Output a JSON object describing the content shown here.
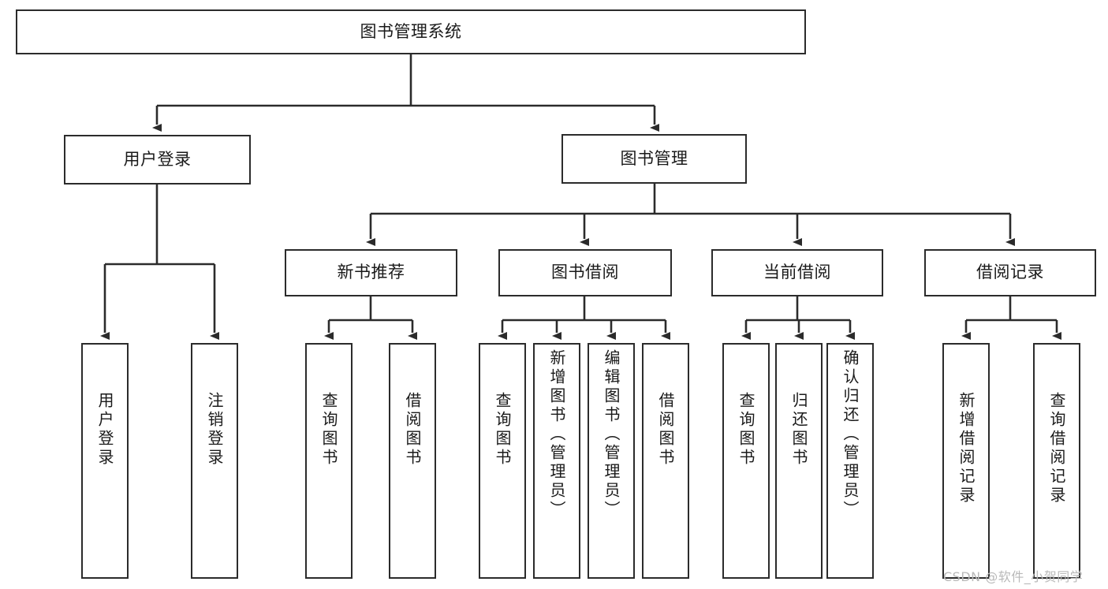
{
  "diagram": {
    "type": "tree",
    "title": "图书管理系统",
    "colors": {
      "background": "#ffffff",
      "box_border": "#2b2b2b",
      "box_fill": "#ffffff",
      "edge": "#2b2b2b",
      "text": "#1a1a1a",
      "watermark": "#b9b9b9"
    },
    "root": {
      "label": "图书管理系统"
    },
    "level2": [
      {
        "label": "用户登录"
      },
      {
        "label": "图书管理"
      }
    ],
    "level3": [
      {
        "label": "新书推荐"
      },
      {
        "label": "图书借阅"
      },
      {
        "label": "当前借阅"
      },
      {
        "label": "借阅记录"
      }
    ],
    "leaves": {
      "user_login": [
        {
          "label": "用户登录"
        },
        {
          "label": "注销登录"
        }
      ],
      "new_book_recommend": [
        {
          "label": "查询图书"
        },
        {
          "label": "借阅图书"
        }
      ],
      "book_borrow": [
        {
          "label": "查询图书"
        },
        {
          "label": "新增图书（管理员）"
        },
        {
          "label": "编辑图书（管理员）"
        },
        {
          "label": "借阅图书"
        }
      ],
      "current_borrow": [
        {
          "label": "查询图书"
        },
        {
          "label": "归还图书"
        },
        {
          "label": "确认归还（管理员）"
        }
      ],
      "borrow_record": [
        {
          "label": "新增借阅记录"
        },
        {
          "label": "查询借阅记录"
        }
      ]
    }
  },
  "watermark": {
    "text": "CSDN @软件_小贺同学"
  }
}
